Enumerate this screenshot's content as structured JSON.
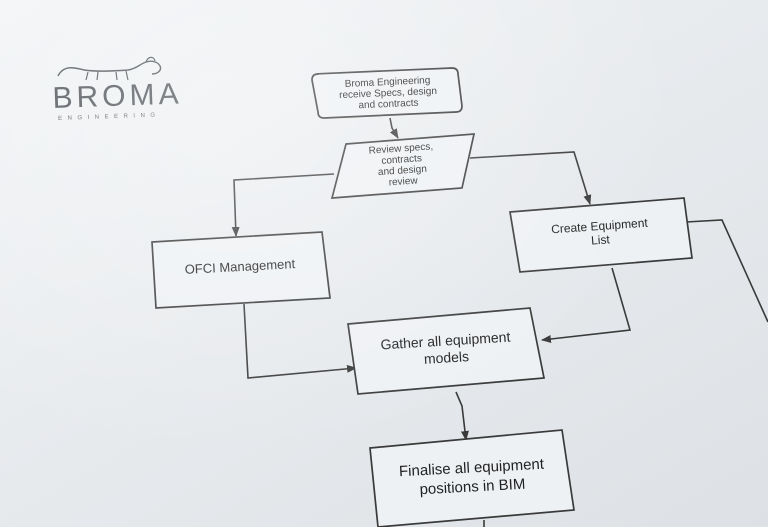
{
  "logo": {
    "name": "BROMA",
    "tagline": "ENGINEERING"
  },
  "diagram": {
    "nodes": [
      {
        "id": "n1",
        "shape": "rounded",
        "lines": [
          "Broma Engineering",
          "receive Specs, design",
          "and contracts"
        ]
      },
      {
        "id": "n2",
        "shape": "parallelogram",
        "lines": [
          "Review specs,",
          "contracts",
          "and design",
          "review"
        ]
      },
      {
        "id": "n3",
        "shape": "rect",
        "lines": [
          "OFCI Management"
        ]
      },
      {
        "id": "n4",
        "shape": "rect",
        "lines": [
          "Create Equipment",
          "List"
        ]
      },
      {
        "id": "n5",
        "shape": "rect",
        "lines": [
          "Gather all equipment",
          "models"
        ]
      },
      {
        "id": "n6",
        "shape": "rect",
        "lines": [
          "Finalise all equipment",
          "positions in BIM"
        ]
      }
    ],
    "edges": [
      {
        "from": "n1",
        "to": "n2"
      },
      {
        "from": "n2",
        "to": "n3"
      },
      {
        "from": "n2",
        "to": "n4"
      },
      {
        "from": "n3",
        "to": "n5"
      },
      {
        "from": "n4",
        "to": "n5"
      },
      {
        "from": "n5",
        "to": "n6"
      }
    ],
    "colors": {
      "stroke": "#3a3a3a",
      "fill": "#eef1f4",
      "text": "#222222"
    }
  }
}
